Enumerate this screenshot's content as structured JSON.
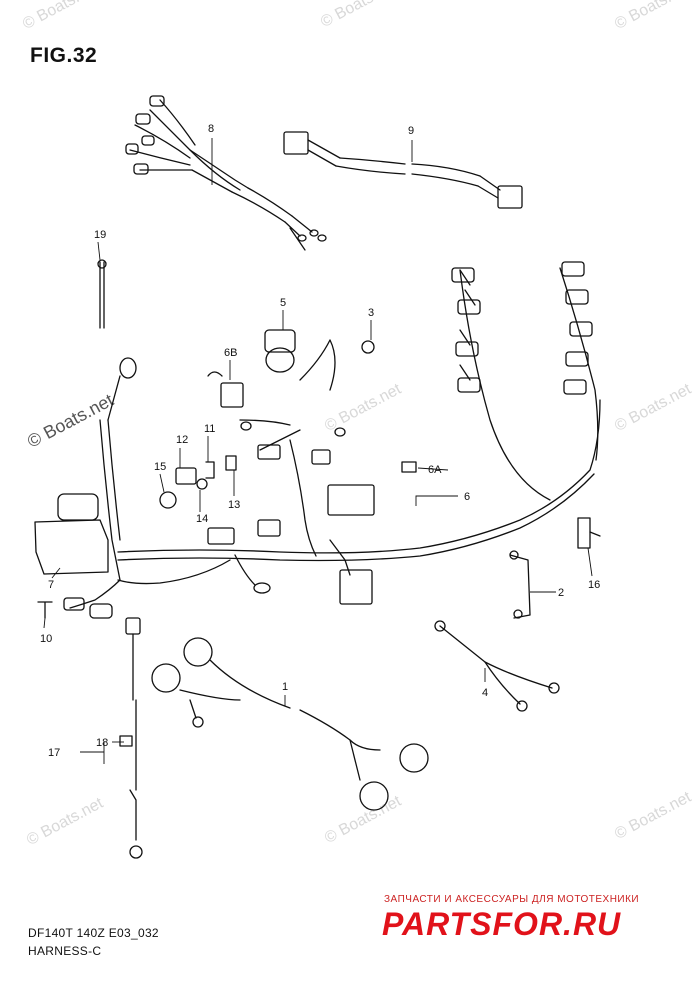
{
  "figure": {
    "title": "FIG.32",
    "model_code": "DF140T 140Z E03_032",
    "diagram_name": "HARNESS-C"
  },
  "watermark": {
    "text": "© Boats.net"
  },
  "brand": {
    "tagline": "ЗАПЧАСТИ И АКСЕССУАРЫ ДЛЯ МОТОТЕХНИКИ",
    "logo": "PARTSFOR.RU",
    "color": "#e1121a"
  },
  "callouts": [
    "1",
    "2",
    "3",
    "4",
    "5",
    "6",
    "6A",
    "6B",
    "7",
    "8",
    "9",
    "10",
    "11",
    "12",
    "13",
    "14",
    "15",
    "16",
    "17",
    "18",
    "19"
  ]
}
